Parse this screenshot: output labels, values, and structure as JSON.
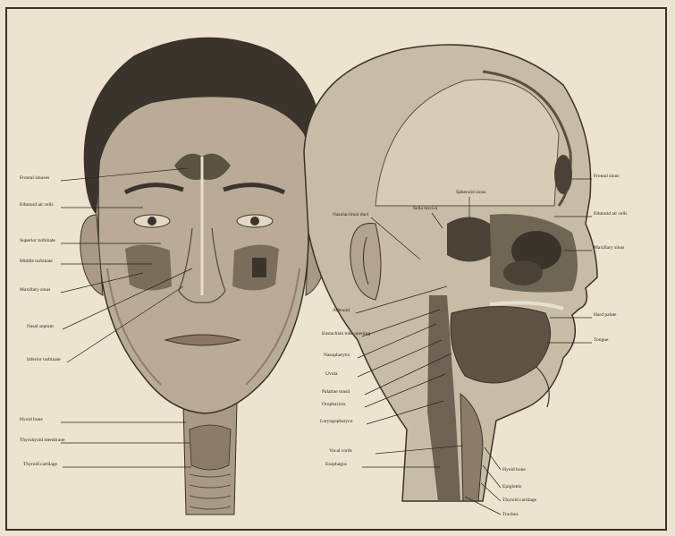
{
  "colors": {
    "paper": "#ece3d0",
    "ink": "#2a241c",
    "skin": "#b9ab95",
    "skin_shadow": "#8d7f6b",
    "hair": "#3a342c",
    "sinus": "#4a4236",
    "tissue": "#6e6254"
  },
  "labels": {
    "frontal_sinuses": "Frontal sinuses",
    "ethmoid_air_cells": "Ethmoid air cells",
    "superior_turbinate": "Superior turbinate",
    "middle_turbinate": "Middle turbinate",
    "maxillary_sinus": "Maxillary sinus",
    "nasal_septum": "Nasal septum",
    "inferior_turbinate": "Inferior turbinate",
    "hyoid_bone_front": "Hyoid bone",
    "thyrohyoid_membrane": "Thyrohyoid membrane",
    "thyroid_cartilage_front": "Thyroid cartilage",
    "nasolacrimal_duct": "Nasolacrimal duct",
    "sella_turcica": "Sella turcica",
    "sphenoid_sinus": "Sphenoid sinus",
    "adenoid": "Adenoid",
    "eustachian_tube_opening": "Eustachian tube opening",
    "nasopharynx": "Nasopharynx",
    "uvula": "Uvula",
    "palatine_tonsil": "Palatine tonsil",
    "oropharynx": "Oropharynx",
    "laryngopharynx": "Laryngopharynx",
    "vocal_cords": "Vocal cords",
    "esophagus": "Esophagus",
    "frontal_sinus_side": "Frontal sinus",
    "ethmoid_air_cells_side": "Ethmoid air cells",
    "maxillary_sinus_side": "Maxillary sinus",
    "hard_palate": "Hard palate",
    "tongue": "Tongue",
    "hyoid_bone_side": "Hyoid bone",
    "epiglottis": "Epiglottis",
    "thyroid_cartilage_side": "Thyroid cartilage",
    "trachea": "Trachea"
  }
}
